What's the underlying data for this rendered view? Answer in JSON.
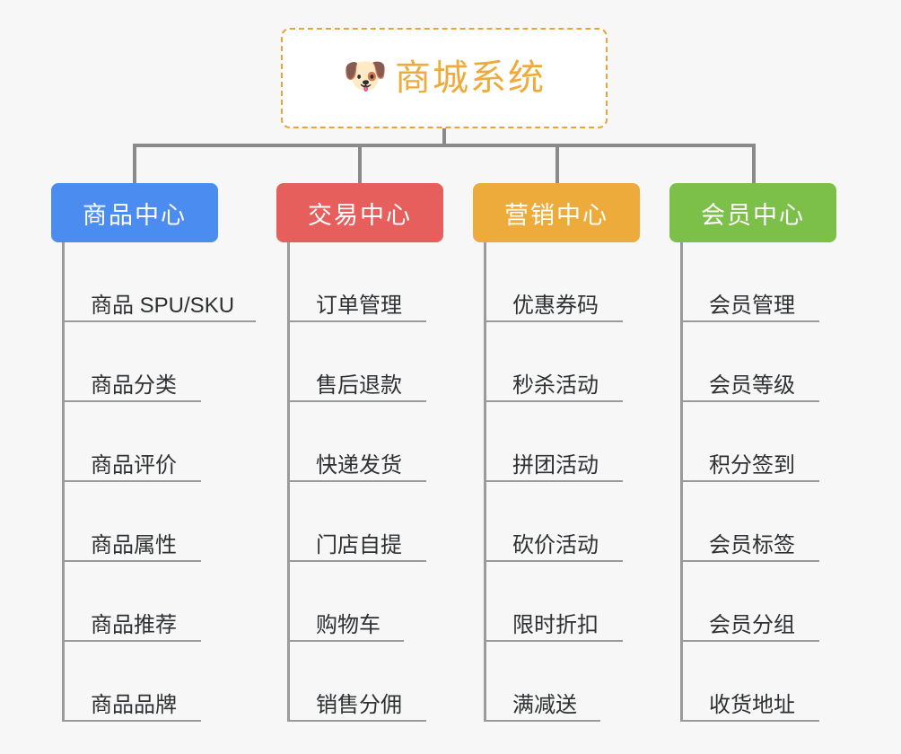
{
  "page": {
    "background_color": "#f7f7f7",
    "line_color": "#9a9a9a"
  },
  "root": {
    "title": "商城系统",
    "icon": "dog-face-emoji",
    "icon_glyph": "🐶",
    "text_color": "#edab3b",
    "border_color": "#e8a33d",
    "background_color": "#ffffff"
  },
  "branches": [
    {
      "label": "商品中心",
      "color": "#4a8cf0",
      "items": [
        "商品 SPU/SKU",
        "商品分类",
        "商品评价",
        "商品属性",
        "商品推荐",
        "商品品牌"
      ]
    },
    {
      "label": "交易中心",
      "color": "#e65f5c",
      "items": [
        "订单管理",
        "售后退款",
        "快递发货",
        "门店自提",
        "购物车",
        "销售分佣"
      ]
    },
    {
      "label": "营销中心",
      "color": "#edab3b",
      "items": [
        "优惠券码",
        "秒杀活动",
        "拼团活动",
        "砍价活动",
        "限时折扣",
        "满减送"
      ]
    },
    {
      "label": "会员中心",
      "color": "#7cc04a",
      "items": [
        "会员管理",
        "会员等级",
        "积分签到",
        "会员标签",
        "会员分组",
        "收货地址"
      ]
    }
  ]
}
